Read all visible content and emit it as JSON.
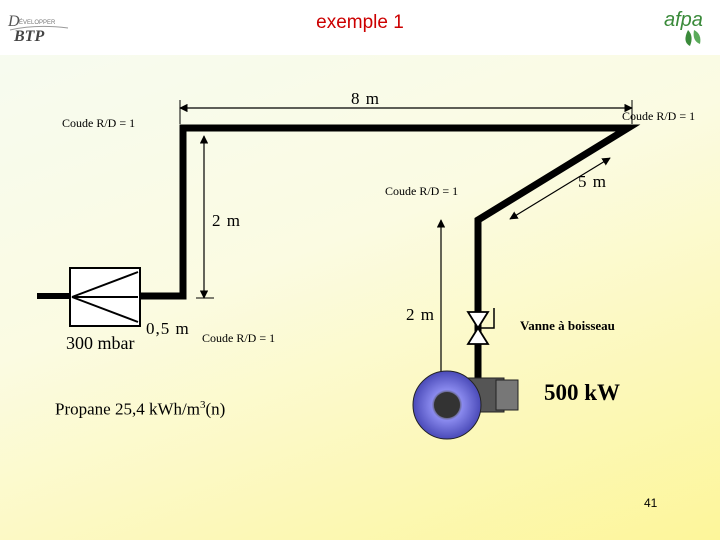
{
  "header": {
    "title": "exemple 1",
    "logo_left_text": "DÉVELOPPER BTP",
    "logo_right_text": "afpa"
  },
  "labels": {
    "length_top": "8 m",
    "length_diagonal": "5 m",
    "height_left": "2 m",
    "height_right": "2 m",
    "length_inlet": "0,5 m",
    "elbow_top_left": "Coude R/D = 1",
    "elbow_top_right": "Coude R/D = 1",
    "elbow_middle": "Coude R/D = 1",
    "elbow_bottom": "Coude R/D = 1",
    "pressure": "300 mbar",
    "fuel_prefix": "Propane 25,4 kWh/m",
    "fuel_exponent": "3",
    "fuel_suffix": "(n)",
    "valve": "Vanne à boisseau",
    "power": "500 kW"
  },
  "slide_number": "41",
  "colors": {
    "pipe": "#000000",
    "title": "#cc0000",
    "burner_face": "#6a6ae0",
    "logo_right": "#3a8a3a"
  }
}
